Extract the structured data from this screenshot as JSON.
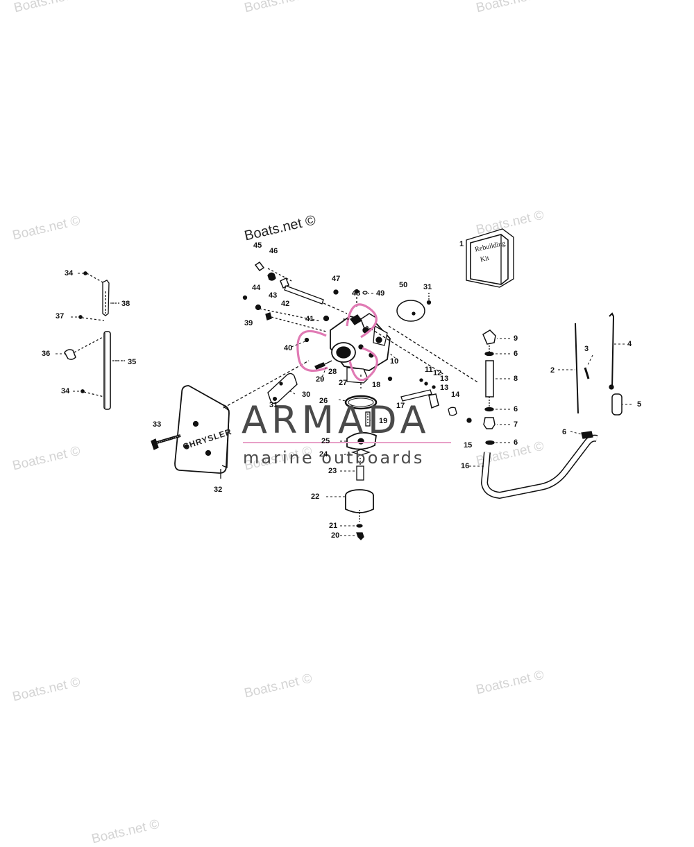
{
  "watermarks": [
    "Boats.net ©",
    "Boats.net ©",
    "Boats.net ©",
    "Boats.net ©",
    "Boats.net ©",
    "Boats.net ©",
    "Boats.net ©",
    "Boats.net ©",
    "Boats.net ©",
    "Boats.net ©",
    "Boats.net ©",
    "Boats.net ©"
  ],
  "watermark_center": "Boats.net ©",
  "brand": {
    "name": "ARMADA",
    "tagline": "marine outboards"
  },
  "kit_box_text": [
    "Rebuilding",
    "Kit"
  ],
  "cover_text": "CHRYSLER",
  "part_labels": [
    "1",
    "2",
    "3",
    "4",
    "5",
    "6",
    "6",
    "6",
    "6",
    "7",
    "8",
    "9",
    "10",
    "11",
    "12",
    "13",
    "13",
    "14",
    "15",
    "16",
    "17",
    "18",
    "19",
    "20",
    "21",
    "22",
    "23",
    "24",
    "25",
    "26",
    "27",
    "28",
    "29",
    "30",
    "31",
    "31",
    "32",
    "33",
    "34",
    "34",
    "35",
    "36",
    "37",
    "38",
    "39",
    "40",
    "41",
    "42",
    "43",
    "44",
    "45",
    "46",
    "47",
    "48",
    "49",
    "50"
  ]
}
